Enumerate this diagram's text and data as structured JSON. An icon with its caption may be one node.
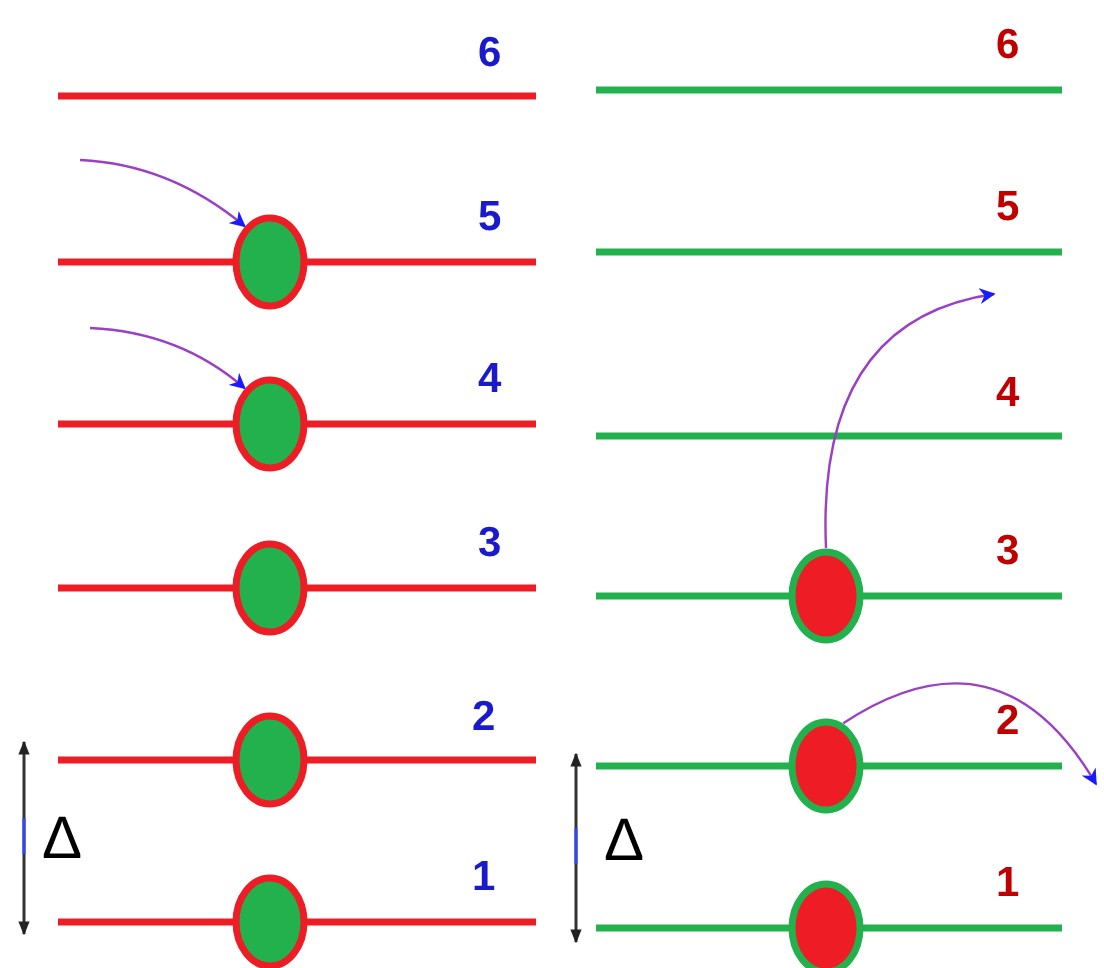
{
  "diagram": {
    "nodes": [
      {
        "text": [],
        "shape": "circle"
      },
      {
        "text": [],
        "shape": "circle"
      },
      {
        "text": [],
        "shape": "circle"
      },
      {
        "text": [],
        "shape": "circle"
      },
      {
        "text": [],
        "shape": "circle"
      },
      {
        "text": [],
        "shape": "circle"
      },
      {
        "text": [],
        "shape": "circle"
      },
      {
        "text": [],
        "shape": "circle"
      }
    ],
    "edges": [
      {
        "from": null,
        "to": 0,
        "arrow": "to"
      },
      {
        "from": null,
        "to": 1,
        "arrow": "to"
      },
      {
        "from": 5,
        "to": null,
        "arrow": "to"
      },
      {
        "from": 6,
        "to": null,
        "arrow": "to"
      }
    ],
    "labels": [
      "6",
      "5",
      "4",
      "3",
      "2",
      "1",
      "Δ",
      "6",
      "5",
      "4",
      "3",
      "2",
      "1",
      "Δ"
    ]
  }
}
